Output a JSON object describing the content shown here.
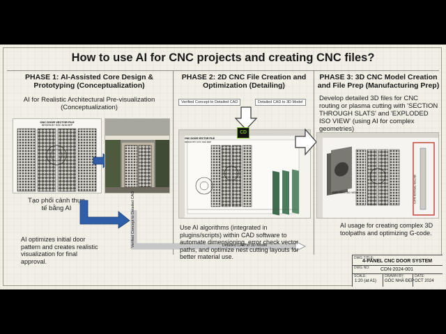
{
  "title": "How to use AI for CNC projects and creating CNC files?",
  "phases": [
    {
      "heading": "PHASE 1: AI-Assisted Core Design & Prototyping (Conceptualization)",
      "subheading": "AI for Realistic Architectural Pre-visualization (Conceptualization)",
      "caption": "Tạo phối cảnh thực tế bằng AI",
      "body": "AI optimizes initial door pattern and creates realistic visualization for final approval."
    },
    {
      "heading": "PHASE 2: 2D CNC File Creation and Optimization (Detailing)",
      "body": "Use AI algorithms (integrated in plugins/scripts) within CAD software to automate dimensioning, error check vector paths, and optimize nest cutting layouts for better material use."
    },
    {
      "heading": "PHASE 3: 3D CNC Model Creation and File Prep (Manufacturing Prep)",
      "subheading": "Develop detailed 3D files for CNC routing or plasma cutting with 'SECTION THROUGH SLATS' and 'EXPLODED ISO VIEW' (using AI for complex geometries)",
      "body": "AI usage for creating complex 3D toolpaths and optimizing G-code."
    }
  ],
  "flow_labels": {
    "verified_concept": "Verified Concept to Detailed CAD",
    "detailed_cad_3d": "Detailed CAD to 3D Model",
    "vertical_verified": "Verified Concept to Detailed CAD",
    "bottom_detailed": "Detailed CAD to 3D Model"
  },
  "drawing_labels": {
    "cnc_door_file": "CNC DOOR VECTOR FILE",
    "design_by": "DESIGN BY GÓC NHÀ ĐẸP",
    "exploded_iso": "EXPLODED ISO VIEW",
    "section_slats": "SECTION THROUGH SLATS",
    "cad_logo": "CD"
  },
  "title_block": {
    "dwg_title_label": "DWG TITLE:",
    "dwg_title": "4-PANEL CNC DOOR SYSTEM",
    "dwg_no_label": "DWG NO:",
    "dwg_no": "CDN-2024-001",
    "scale_label": "SCALE:",
    "scale": "1:20 (at A1)",
    "drawn_by_label": "DRAWN BY:",
    "drawn_by": "GÓC NHÀ ĐẸP",
    "date_label": "DATE:",
    "date": "OCT 2024"
  },
  "colors": {
    "background": "#f1efe6",
    "blue_arrow": "#2f5fa8",
    "door_dark": "#5e5d58",
    "cad_green": "#76b82a"
  }
}
